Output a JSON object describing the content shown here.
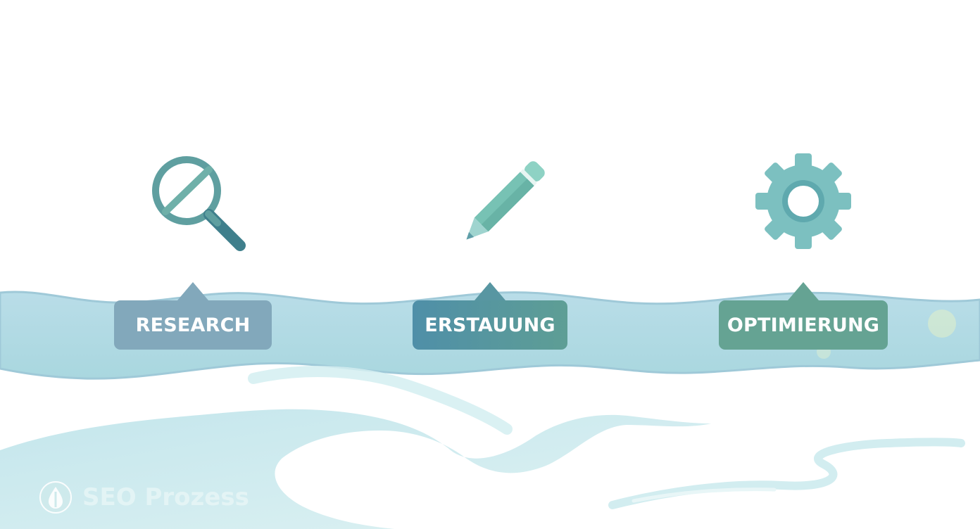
{
  "steps": [
    {
      "label": "RESEARCH",
      "icon": "magnifier-icon"
    },
    {
      "label": "ERSTAUUNG",
      "icon": "pencil-icon"
    },
    {
      "label": "OPTIMIERUNG",
      "icon": "gear-icon"
    }
  ],
  "brand": {
    "name": "SEO Prozess",
    "icon": "droplet-icon"
  },
  "colors": {
    "wave": "#acd8e3",
    "label_research": "#82a8bb",
    "label_erstellung": "#4f8fa8",
    "label_optimierung": "#65a393",
    "icon_teal": "#6cb8ad"
  }
}
